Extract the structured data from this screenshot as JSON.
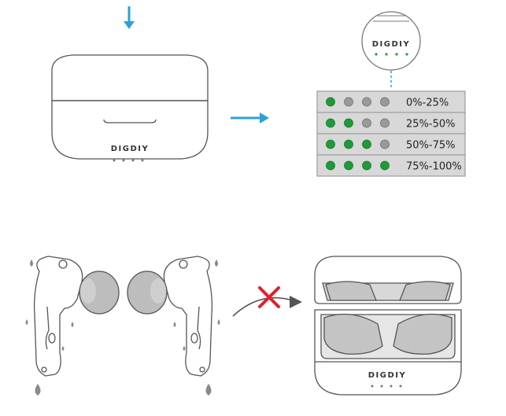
{
  "brand": "DIGDIY",
  "colors": {
    "arrow": "#2ea0d8",
    "led_on": "#1f9a3a",
    "led_off": "#9a9a9a",
    "table_row": "#d8d8d8",
    "table_border": "#8e8e8e",
    "cross": "#e0202a",
    "earbud_tip": "#bdbdbd",
    "line": "#555555"
  },
  "battery_table": [
    {
      "range": "0%-25%",
      "leds": [
        1,
        0,
        0,
        0
      ]
    },
    {
      "range": "25%-50%",
      "leds": [
        1,
        1,
        0,
        0
      ]
    },
    {
      "range": "50%-75%",
      "leds": [
        1,
        1,
        1,
        0
      ]
    },
    {
      "range": "75%-100%",
      "leds": [
        1,
        1,
        1,
        1
      ]
    }
  ],
  "icons": [
    "down-arrow-icon",
    "right-arrow-icon",
    "cross-icon",
    "curved-arrow-icon",
    "water-drop-icon"
  ]
}
